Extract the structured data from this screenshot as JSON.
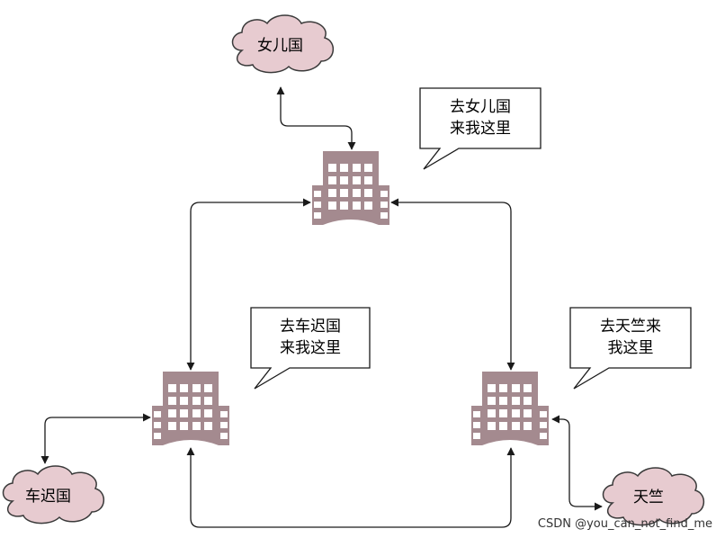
{
  "clouds": {
    "nuerguo": "女儿国",
    "chechiguo": "车迟国",
    "tianzhu": "天竺"
  },
  "bubbles": {
    "top": [
      "去女儿国",
      "来我这里"
    ],
    "left": [
      "去车迟国",
      "来我这里"
    ],
    "right": [
      "去天竺来",
      "我这里"
    ]
  },
  "watermark": "CSDN @you_can_not_find_me",
  "colors": {
    "cloud_fill": "#e7cbd0",
    "building": "#a48a8f",
    "stroke": "#1a1a1a"
  }
}
